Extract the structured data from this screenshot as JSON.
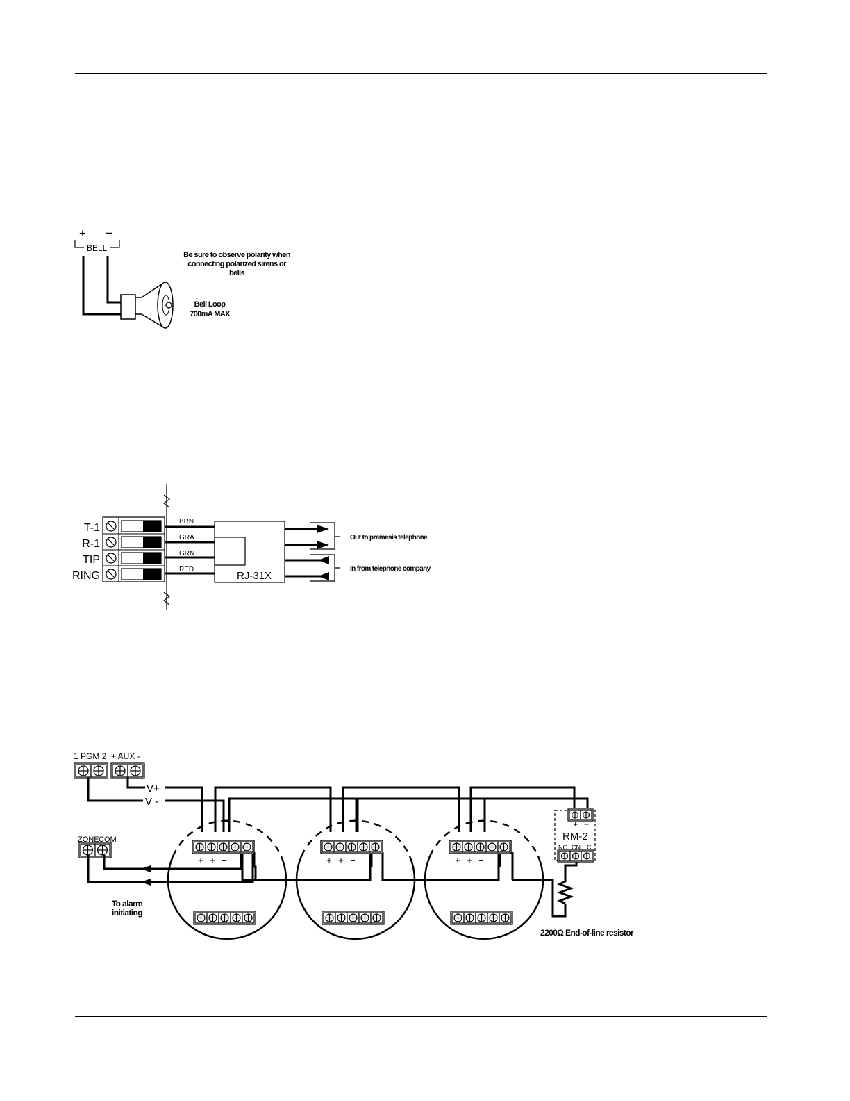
{
  "bell_diagram": {
    "plus": "+",
    "minus": "−",
    "bell_label": "BELL",
    "polarity_note": [
      "Be sure to observe polarity when",
      "connecting polarized sirens or",
      "bells"
    ],
    "loop_label": [
      "Bell Loop",
      "700mA MAX"
    ],
    "icon": "horn-siren"
  },
  "phone_diagram": {
    "terminals": [
      "T-1",
      "R-1",
      "TIP",
      "RING"
    ],
    "wires": [
      "BRN",
      "GRA",
      "GRN",
      "RED"
    ],
    "jack": "RJ-31X",
    "out_label": "Out to premesis telephone",
    "in_label": "In from telephone company"
  },
  "smoke_diagram": {
    "pgm_label": "1 PGM 2",
    "aux_label": "+ AUX -",
    "v_plus": "V+",
    "v_minus": "V -",
    "zone_label": "ZONE",
    "com_label": "COM",
    "alarm_note": [
      "To alarm",
      "initiating"
    ],
    "detector_terminal_signs": [
      "+",
      "+",
      "−"
    ],
    "relay": {
      "name": "RM-2",
      "power_signs": [
        "+",
        "−"
      ],
      "contacts": [
        "NO",
        "CN",
        "C"
      ]
    },
    "resistor_label": "2200Ω End-of-line resistor",
    "detector_count": 3
  }
}
